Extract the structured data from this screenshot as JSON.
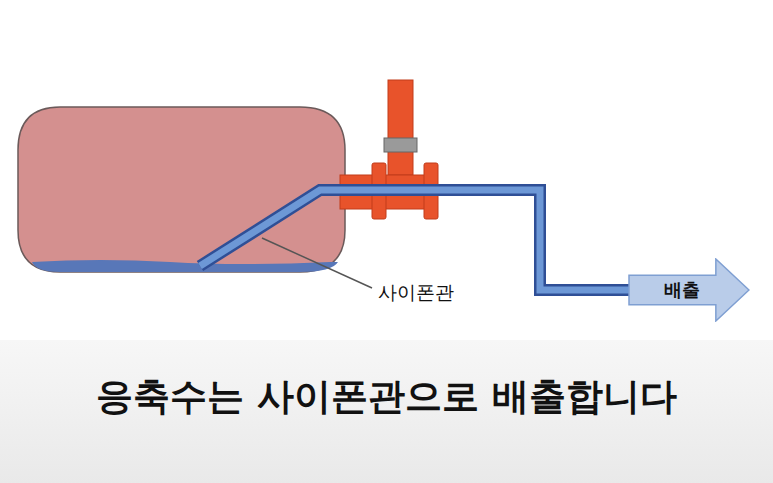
{
  "diagram": {
    "caption": "응축수는 사이폰관으로 배출합니다",
    "nodes": [
      {
        "text": [
          "배출"
        ]
      }
    ],
    "labels": [
      "사이폰관"
    ]
  }
}
